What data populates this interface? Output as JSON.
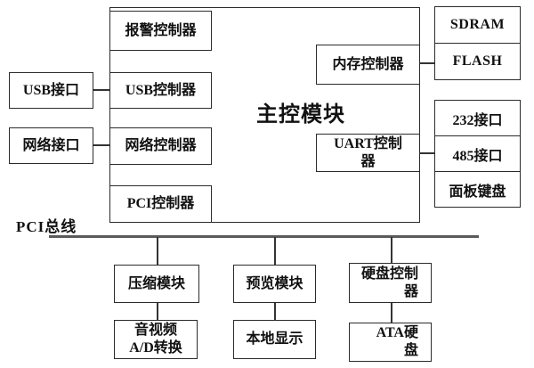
{
  "diagram": {
    "title": "主控模块",
    "external_left": [
      {
        "label": "USB接口"
      },
      {
        "label": "网络接口"
      }
    ],
    "main_module": {
      "left_controllers": [
        {
          "label": "报警控制器"
        },
        {
          "label": "USB控制器"
        },
        {
          "label": "网络控制器"
        },
        {
          "label": "PCI控制器"
        }
      ],
      "right_controllers": [
        {
          "label": "内存控制器"
        },
        {
          "label": "UART控制\n器"
        }
      ]
    },
    "memory_stack": [
      {
        "label": "SDRAM"
      },
      {
        "label": "FLASH"
      }
    ],
    "io_stack": [
      {
        "label": "232接口"
      },
      {
        "label": "485接口"
      },
      {
        "label": "面板键盘"
      }
    ],
    "bus": {
      "label": "PCI总线"
    },
    "bus_modules": [
      {
        "label": "压缩模块"
      },
      {
        "label": "预览模块"
      },
      {
        "label": "硬盘控制\n器"
      }
    ],
    "peripherals": [
      {
        "label": "音视频\nA/D转换"
      },
      {
        "label": "本地显示"
      },
      {
        "label": "ATA硬\n盘"
      }
    ],
    "colors": {
      "background": "#ffffff",
      "border": "#2b2b2b",
      "bus_line": "#5a5a5a",
      "text": "#111111"
    }
  }
}
